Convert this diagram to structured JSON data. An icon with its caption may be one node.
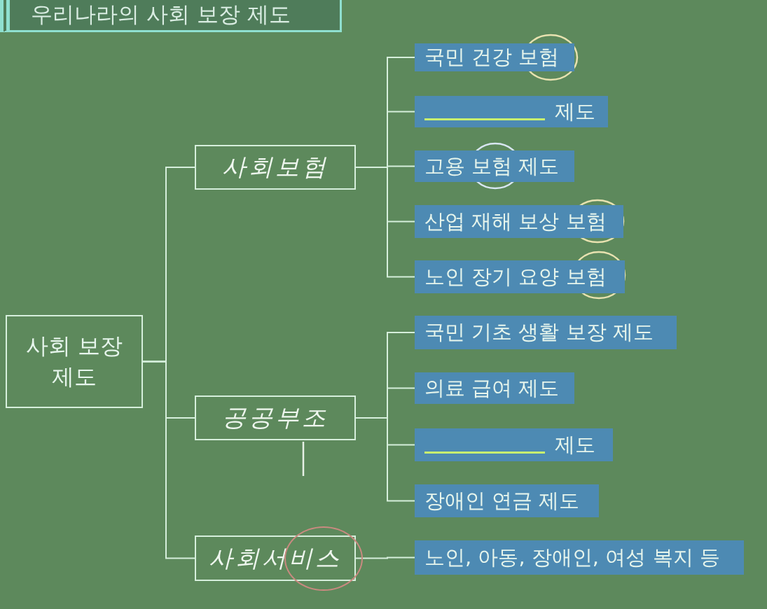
{
  "diagram": {
    "title": "우리나라의 사회 보장 제도",
    "nodes": [
      {
        "text": [
          "사회 보장 제도"
        ]
      },
      {
        "text": [
          "사회보험"
        ]
      },
      {
        "text": [
          "공공부조"
        ]
      },
      {
        "text": [
          "사회서비스"
        ]
      },
      {
        "text": [
          "국민 건강 보험"
        ]
      },
      {
        "text": [
          "제도"
        ]
      },
      {
        "text": [
          "고용 보험 제도"
        ]
      },
      {
        "text": [
          "산업 재해 보상 보험"
        ]
      },
      {
        "text": [
          "노인 장기 요양 보험"
        ]
      },
      {
        "text": [
          "국민 기초 생활 보장 제도"
        ]
      },
      {
        "text": [
          "의료 급여 제도"
        ]
      },
      {
        "text": [
          "제도"
        ]
      },
      {
        "text": [
          "장애인 연금 제도"
        ]
      },
      {
        "text": [
          "노인, 아동, 장애인, 여성 복지 등"
        ]
      }
    ],
    "edges": [
      {
        "from": 0,
        "to": 1,
        "arrow": "none"
      },
      {
        "from": 0,
        "to": 2,
        "arrow": "none"
      },
      {
        "from": 0,
        "to": 3,
        "arrow": "none"
      },
      {
        "from": 1,
        "to": 4,
        "arrow": "none"
      },
      {
        "from": 1,
        "to": 5,
        "arrow": "none"
      },
      {
        "from": 1,
        "to": 6,
        "arrow": "none"
      },
      {
        "from": 1,
        "to": 7,
        "arrow": "none"
      },
      {
        "from": 1,
        "to": 8,
        "arrow": "none"
      },
      {
        "from": 2,
        "to": 9,
        "arrow": "none"
      },
      {
        "from": 2,
        "to": 10,
        "arrow": "none"
      },
      {
        "from": 2,
        "to": 11,
        "arrow": "none"
      },
      {
        "from": 2,
        "to": 12,
        "arrow": "none"
      },
      {
        "from": 3,
        "to": 13,
        "arrow": "none"
      }
    ]
  }
}
